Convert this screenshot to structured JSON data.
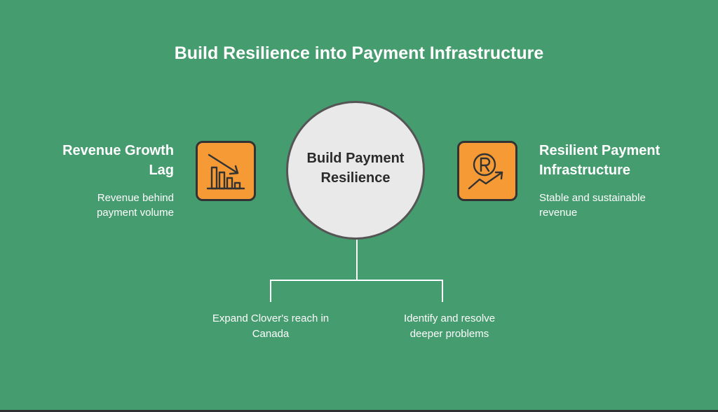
{
  "title": "Build Resilience into Payment Infrastructure",
  "center": {
    "line1": "Build Payment",
    "line2": "Resilience"
  },
  "left": {
    "heading_line1": "Revenue Growth",
    "heading_line2": "Lag",
    "desc_line1": "Revenue behind",
    "desc_line2": "payment volume",
    "icon": "declining-bar-chart-icon"
  },
  "right": {
    "heading_line1": "Resilient Payment",
    "heading_line2": "Infrastructure",
    "desc_line1": "Stable and sustainable",
    "desc_line2": "revenue",
    "icon": "rising-revenue-icon"
  },
  "branches": [
    {
      "line1": "Expand Clover's reach in",
      "line2": "Canada"
    },
    {
      "line1": "Identify and resolve",
      "line2": "deeper problems"
    }
  ],
  "colors": {
    "background": "#459d6f",
    "accent": "#f59a35",
    "circle": "#e9e9e9",
    "outline": "#333333",
    "text": "#ffffff"
  }
}
